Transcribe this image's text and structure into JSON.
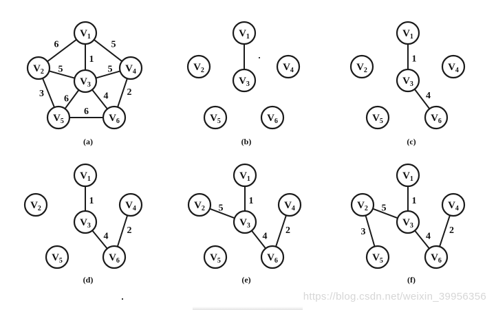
{
  "panels": [
    {
      "caption": "(a)",
      "nodes": [
        "V1",
        "V2",
        "V3",
        "V4",
        "V5",
        "V6"
      ],
      "edges": [
        {
          "from": "V1",
          "to": "V2",
          "weight": "6"
        },
        {
          "from": "V1",
          "to": "V3",
          "weight": "1"
        },
        {
          "from": "V1",
          "to": "V4",
          "weight": "5"
        },
        {
          "from": "V2",
          "to": "V3",
          "weight": "5"
        },
        {
          "from": "V3",
          "to": "V4",
          "weight": "5"
        },
        {
          "from": "V2",
          "to": "V5",
          "weight": "3"
        },
        {
          "from": "V3",
          "to": "V5",
          "weight": "6"
        },
        {
          "from": "V3",
          "to": "V6",
          "weight": "4"
        },
        {
          "from": "V4",
          "to": "V6",
          "weight": "2"
        },
        {
          "from": "V5",
          "to": "V6",
          "weight": "6"
        }
      ]
    },
    {
      "caption": "(b)",
      "nodes": [
        "V1",
        "V2",
        "V3",
        "V4",
        "V5",
        "V6"
      ],
      "edges": [
        {
          "from": "V1",
          "to": "V3",
          "weight": ""
        }
      ]
    },
    {
      "caption": "(c)",
      "nodes": [
        "V1",
        "V2",
        "V3",
        "V4",
        "V5",
        "V6"
      ],
      "edges": [
        {
          "from": "V1",
          "to": "V3",
          "weight": "1"
        },
        {
          "from": "V3",
          "to": "V6",
          "weight": "4"
        }
      ]
    },
    {
      "caption": "(d)",
      "nodes": [
        "V1",
        "V2",
        "V3",
        "V4",
        "V5",
        "V6"
      ],
      "edges": [
        {
          "from": "V1",
          "to": "V3",
          "weight": "1"
        },
        {
          "from": "V3",
          "to": "V6",
          "weight": "4"
        },
        {
          "from": "V4",
          "to": "V6",
          "weight": "2"
        }
      ]
    },
    {
      "caption": "(e)",
      "nodes": [
        "V1",
        "V2",
        "V3",
        "V4",
        "V5",
        "V6"
      ],
      "edges": [
        {
          "from": "V1",
          "to": "V3",
          "weight": "1"
        },
        {
          "from": "V2",
          "to": "V3",
          "weight": "5"
        },
        {
          "from": "V3",
          "to": "V6",
          "weight": "4"
        },
        {
          "from": "V4",
          "to": "V6",
          "weight": "2"
        }
      ]
    },
    {
      "caption": "(f)",
      "nodes": [
        "V1",
        "V2",
        "V3",
        "V4",
        "V5",
        "V6"
      ],
      "edges": [
        {
          "from": "V1",
          "to": "V3",
          "weight": "1"
        },
        {
          "from": "V2",
          "to": "V3",
          "weight": "5"
        },
        {
          "from": "V2",
          "to": "V5",
          "weight": "3"
        },
        {
          "from": "V3",
          "to": "V6",
          "weight": "4"
        },
        {
          "from": "V4",
          "to": "V6",
          "weight": "2"
        }
      ]
    }
  ],
  "watermark": "https://blog.csdn.net/weixin_39956356"
}
